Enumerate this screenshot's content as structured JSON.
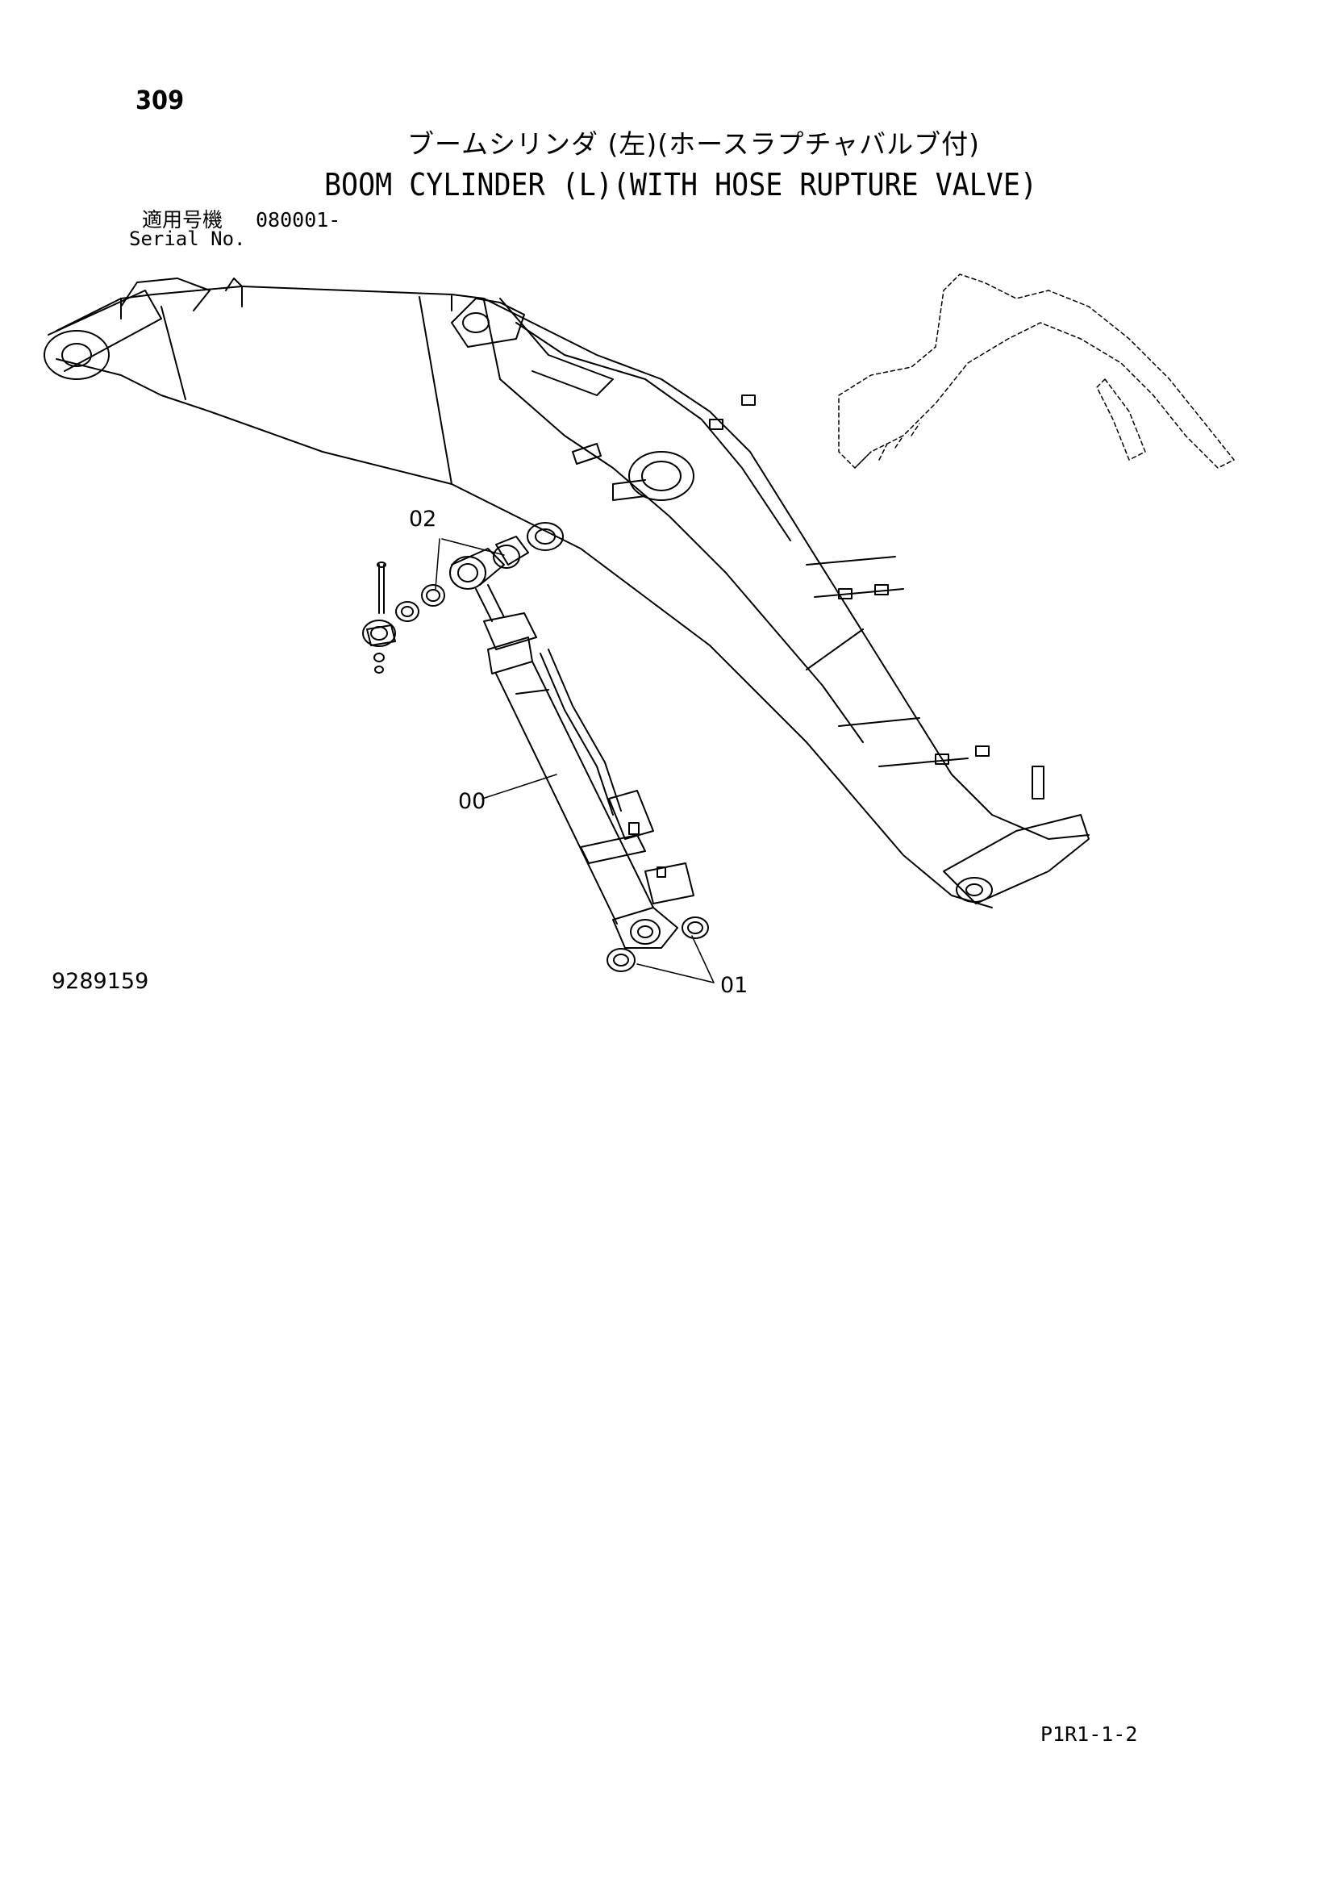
{
  "page": {
    "number": "309",
    "title_jp": "ブームシリンダ (左)(ホースラプチャバルブ付)",
    "title_en": "BOOM CYLINDER (L)(WITH HOSE RUPTURE VALVE)",
    "serial_label_jp": "適用号機",
    "serial_value": "080001-",
    "serial_label_en": "Serial No.",
    "figure_id": "9289159",
    "page_code": "P1R1-1-2"
  },
  "callouts": [
    {
      "label": "02"
    },
    {
      "label": "00"
    },
    {
      "label": "01"
    }
  ]
}
